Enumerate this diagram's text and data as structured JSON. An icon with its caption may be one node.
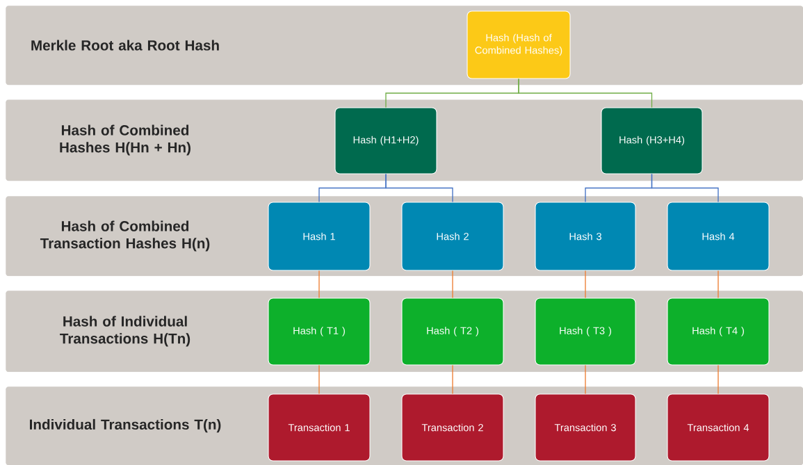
{
  "diagram": {
    "nodes": [
      {
        "text": [
          "Merkle Root aka Root Hash"
        ]
      },
      {
        "text": [
          "Hash of Combined Hashes H(Hn + Hn)"
        ]
      },
      {
        "text": [
          "Hash of Combined Transaction Hashes H(n)"
        ]
      },
      {
        "text": [
          "Hash of Individual Transactions H(Tn)"
        ]
      },
      {
        "text": [
          "Individual Transactions T(n)"
        ]
      },
      {
        "text": [
          "Hash (Hash of Combined Hashes)"
        ],
        "in": 0
      },
      {
        "text": [
          "Hash (H1+H2)"
        ],
        "in": 1
      },
      {
        "text": [
          "Hash (H3+H4)"
        ],
        "in": 1
      },
      {
        "text": [
          "Hash 1"
        ],
        "in": 2
      },
      {
        "text": [
          "Hash 2"
        ],
        "in": 2
      },
      {
        "text": [
          "Hash 3"
        ],
        "in": 2
      },
      {
        "text": [
          "Hash 4"
        ],
        "in": 2
      },
      {
        "text": [
          "Hash ( T1 )"
        ],
        "in": 3
      },
      {
        "text": [
          "Hash ( T2 )"
        ],
        "in": 3
      },
      {
        "text": [
          "Hash ( T3 )"
        ],
        "in": 3
      },
      {
        "text": [
          "Hash ( T4 )"
        ],
        "in": 3
      },
      {
        "text": [
          "Transaction 1"
        ],
        "in": 4
      },
      {
        "text": [
          "Transaction 2"
        ],
        "in": 4
      },
      {
        "text": [
          "Transaction 3"
        ],
        "in": 4
      },
      {
        "text": [
          "Transaction 4"
        ],
        "in": 4
      }
    ],
    "edges": [
      {
        "from": 5,
        "to": 6,
        "arrow": "none",
        "color": "#70ad47"
      },
      {
        "from": 5,
        "to": 7,
        "arrow": "none",
        "color": "#70ad47"
      },
      {
        "from": 6,
        "to": 8,
        "arrow": "none",
        "color": "#4472c4"
      },
      {
        "from": 6,
        "to": 9,
        "arrow": "none",
        "color": "#4472c4"
      },
      {
        "from": 7,
        "to": 10,
        "arrow": "none",
        "color": "#4472c4"
      },
      {
        "from": 7,
        "to": 11,
        "arrow": "none",
        "color": "#4472c4"
      },
      {
        "from": 8,
        "to": 12,
        "arrow": "none"
      },
      {
        "from": 9,
        "to": 13,
        "arrow": "none"
      },
      {
        "from": 10,
        "to": 14,
        "arrow": "none"
      },
      {
        "from": 11,
        "to": 15,
        "arrow": "none"
      },
      {
        "from": 12,
        "to": 16,
        "arrow": "none"
      },
      {
        "from": 13,
        "to": 17,
        "arrow": "none"
      },
      {
        "from": 14,
        "to": 18,
        "arrow": "none"
      },
      {
        "from": 15,
        "to": 19,
        "arrow": "none"
      }
    ]
  }
}
